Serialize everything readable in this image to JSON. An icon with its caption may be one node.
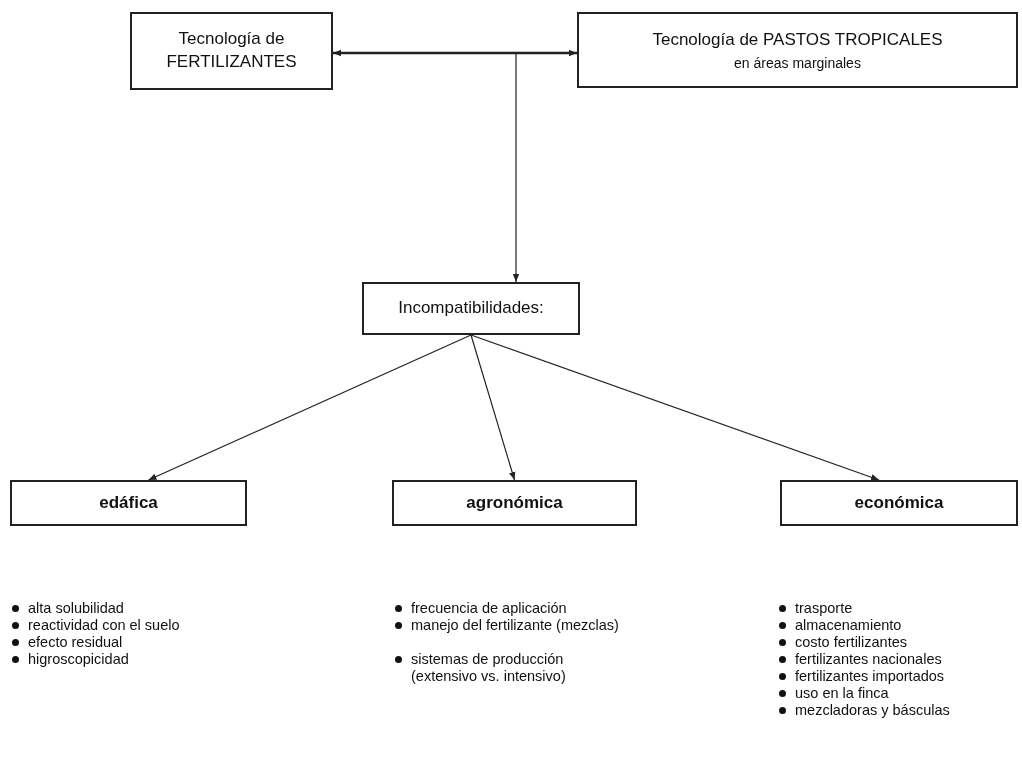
{
  "diagram": {
    "nodes": [
      {
        "text": [
          "Tecnología de FERTILIZANTES"
        ]
      },
      {
        "text": [
          "Tecnología de PASTOS TROPICALES",
          "en áreas marginales"
        ]
      },
      {
        "text": [
          "Incompatibilidades:"
        ]
      },
      {
        "text": [
          "edáfica"
        ]
      },
      {
        "text": [
          "agronómica"
        ]
      },
      {
        "text": [
          "económica"
        ]
      }
    ],
    "edges": [
      {
        "from": 0,
        "to": 1,
        "arrow": "both"
      },
      {
        "from": null,
        "to": 2,
        "arrow": "to"
      },
      {
        "from": 2,
        "to": 3,
        "arrow": "to"
      },
      {
        "from": 2,
        "to": 4,
        "arrow": "to"
      },
      {
        "from": 2,
        "to": 5,
        "arrow": "to"
      }
    ],
    "labels": [
      "alta solubilidad",
      "reactividad con el suelo",
      "efecto residual",
      "higroscopicidad",
      "frecuencia de aplicación",
      "manejo del fertilizante (mezclas)",
      "sistemas de producción (extensivo vs. intensivo)",
      "trasporte",
      "almacenamiento",
      "costo fertilizantes",
      "fertilizantes nacionales",
      "fertilizantes importados",
      "uso en la finca",
      "mezcladoras y básculas"
    ]
  }
}
